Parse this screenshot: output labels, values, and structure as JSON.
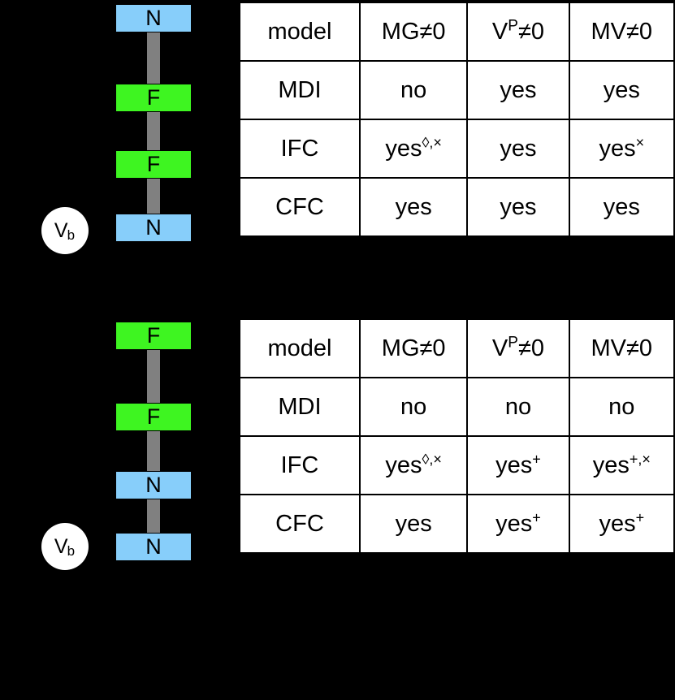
{
  "figure": {
    "background_color": "#000000",
    "panels": [
      {
        "id": "panel-top",
        "stack": {
          "bias_label": {
            "symbol": "V",
            "subscript": "b"
          },
          "layers": [
            {
              "label": "N",
              "type": "normal-metal",
              "color": "#87CEFA"
            },
            {
              "label": "F",
              "type": "ferromagnet",
              "color": "#3EF521"
            },
            {
              "label": "F",
              "type": "ferromagnet",
              "color": "#3EF521"
            },
            {
              "label": "N",
              "type": "normal-metal",
              "color": "#87CEFA"
            }
          ]
        },
        "table": {
          "headers": [
            "model",
            "MG≠0",
            "V",
            "MV≠0"
          ],
          "header_superscript_col2": "P",
          "header_col2_suffix": "≠0",
          "rows": [
            {
              "model": "MDI",
              "mg": {
                "text": "no",
                "sup": ""
              },
              "vp": {
                "text": "yes",
                "sup": ""
              },
              "mv": {
                "text": "yes",
                "sup": ""
              }
            },
            {
              "model": "IFC",
              "mg": {
                "text": "yes",
                "sup": "◊,×"
              },
              "vp": {
                "text": "yes",
                "sup": ""
              },
              "mv": {
                "text": "yes",
                "sup": "×"
              }
            },
            {
              "model": "CFC",
              "mg": {
                "text": "yes",
                "sup": ""
              },
              "vp": {
                "text": "yes",
                "sup": ""
              },
              "mv": {
                "text": "yes",
                "sup": ""
              }
            }
          ]
        }
      },
      {
        "id": "panel-bottom",
        "stack": {
          "bias_label": {
            "symbol": "V",
            "subscript": "b"
          },
          "layers": [
            {
              "label": "F",
              "type": "ferromagnet",
              "color": "#3EF521"
            },
            {
              "label": "F",
              "type": "ferromagnet",
              "color": "#3EF521"
            },
            {
              "label": "N",
              "type": "normal-metal",
              "color": "#87CEFA"
            },
            {
              "label": "N",
              "type": "normal-metal",
              "color": "#87CEFA"
            }
          ]
        },
        "table": {
          "headers": [
            "model",
            "MG≠0",
            "V",
            "MV≠0"
          ],
          "header_superscript_col2": "P",
          "header_col2_suffix": "≠0",
          "rows": [
            {
              "model": "MDI",
              "mg": {
                "text": "no",
                "sup": ""
              },
              "vp": {
                "text": "no",
                "sup": ""
              },
              "mv": {
                "text": "no",
                "sup": ""
              }
            },
            {
              "model": "IFC",
              "mg": {
                "text": "yes",
                "sup": "◊,×"
              },
              "vp": {
                "text": "yes",
                "sup": "+"
              },
              "mv": {
                "text": "yes",
                "sup": "+,×"
              }
            },
            {
              "model": "CFC",
              "mg": {
                "text": "yes",
                "sup": ""
              },
              "vp": {
                "text": "yes",
                "sup": "+"
              },
              "mv": {
                "text": "yes",
                "sup": "+"
              }
            }
          ]
        }
      }
    ]
  }
}
